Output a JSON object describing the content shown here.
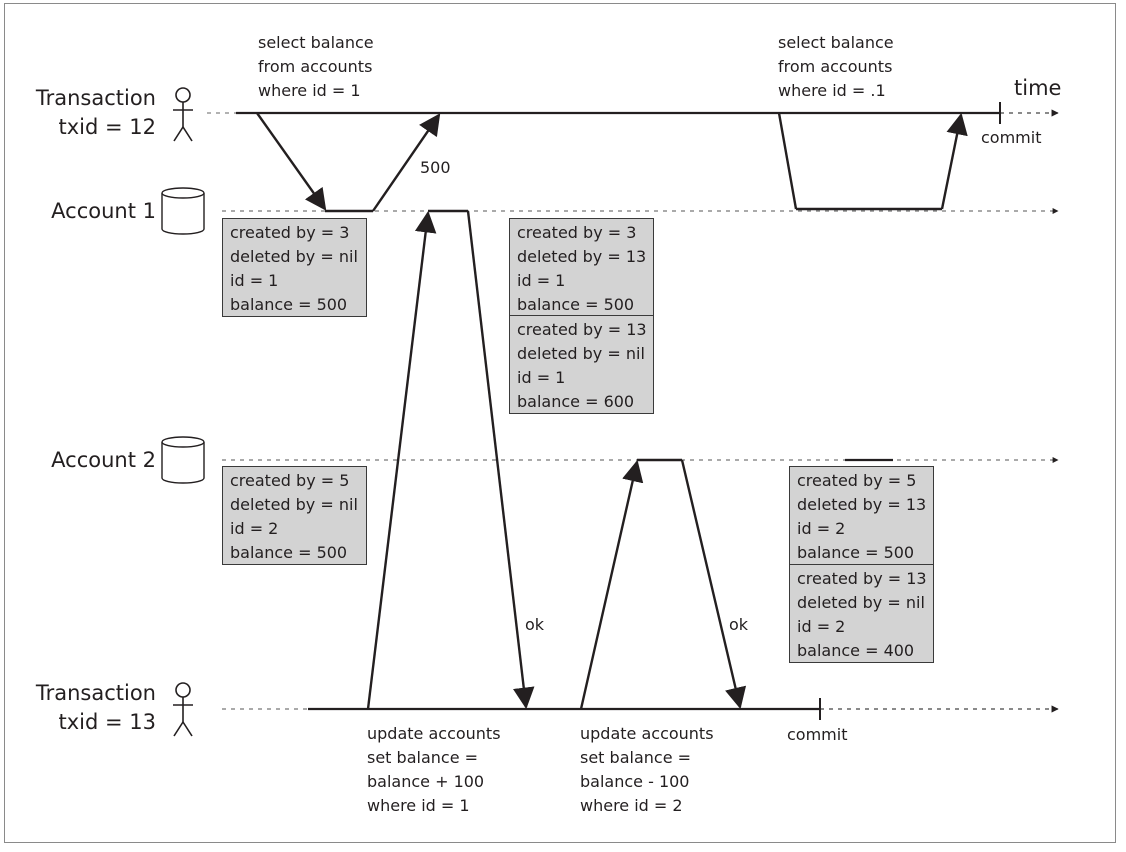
{
  "actors": {
    "tx12": {
      "line1": "Transaction",
      "line2": "txid = 12"
    },
    "tx13": {
      "line1": "Transaction",
      "line2": "txid = 13"
    }
  },
  "accounts": {
    "a1": "Account 1",
    "a2": "Account 2"
  },
  "time_label": "time",
  "queries": {
    "q12_first": [
      "select balance",
      "from accounts",
      "where id = 1"
    ],
    "q12_second": [
      "select balance",
      "from accounts",
      "where id = .1"
    ],
    "q13_update1": [
      "update accounts",
      "set balance =",
      "balance + 100",
      "where id = 1"
    ],
    "q13_update2": [
      "update accounts",
      "set balance =",
      "balance - 100",
      "where id = 2"
    ]
  },
  "responses": {
    "r500": "500",
    "ok1": "ok",
    "ok2": "ok"
  },
  "commits": {
    "c12": "commit",
    "c13": "commit"
  },
  "boxes": {
    "b1": [
      "created by = 3",
      "deleted by = nil",
      "id = 1",
      "balance = 500"
    ],
    "b2a": [
      "created by = 3",
      "deleted by = 13",
      "id = 1",
      "balance = 500"
    ],
    "b2b": [
      "created by = 13",
      "deleted by = nil",
      "id = 1",
      "balance = 600"
    ],
    "b3": [
      "created by = 5",
      "deleted by = nil",
      "id = 2",
      "balance = 500"
    ],
    "b4a": [
      "created by = 5",
      "deleted by = 13",
      "id = 2",
      "balance = 500"
    ],
    "b4b": [
      "created by = 13",
      "deleted by = nil",
      "id = 2",
      "balance = 400"
    ]
  },
  "colors": {
    "box_fill": "#d3d3d3",
    "ink": "#231f20"
  }
}
